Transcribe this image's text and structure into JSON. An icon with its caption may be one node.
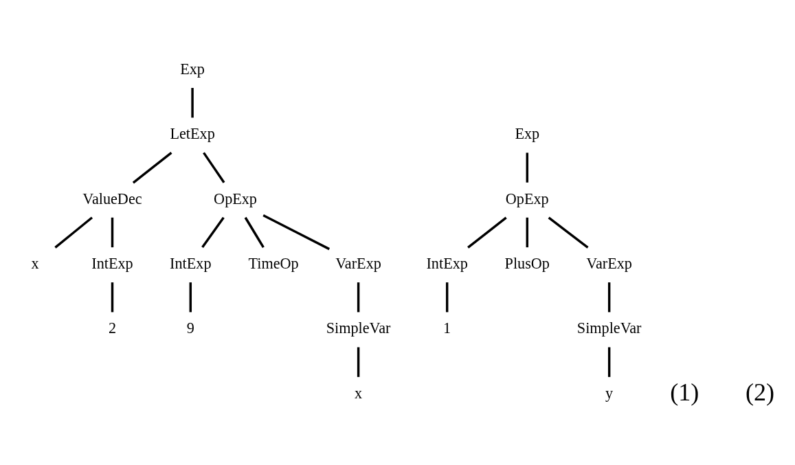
{
  "diagram": {
    "nodes": [
      {
        "text": [
          "Exp"
        ]
      },
      {
        "text": [
          "LetExp"
        ]
      },
      {
        "text": [
          "ValueDec"
        ]
      },
      {
        "text": [
          "OpExp"
        ]
      },
      {
        "text": [
          "x"
        ]
      },
      {
        "text": [
          "IntExp"
        ]
      },
      {
        "text": [
          "IntExp"
        ]
      },
      {
        "text": [
          "TimeOp"
        ]
      },
      {
        "text": [
          "VarExp"
        ]
      },
      {
        "text": [
          "2"
        ]
      },
      {
        "text": [
          "9"
        ]
      },
      {
        "text": [
          "SimpleVar"
        ]
      },
      {
        "text": [
          "x"
        ]
      },
      {
        "text": [
          "Exp"
        ]
      },
      {
        "text": [
          "OpExp"
        ]
      },
      {
        "text": [
          "IntExp"
        ]
      },
      {
        "text": [
          "PlusOp"
        ]
      },
      {
        "text": [
          "VarExp"
        ]
      },
      {
        "text": [
          "1"
        ]
      },
      {
        "text": [
          "SimpleVar"
        ]
      },
      {
        "text": [
          "y"
        ]
      }
    ],
    "edges": [
      {
        "from": 0,
        "to": 1,
        "arrow": "none"
      },
      {
        "from": 1,
        "to": 2,
        "arrow": "none"
      },
      {
        "from": 1,
        "to": 3,
        "arrow": "none"
      },
      {
        "from": 2,
        "to": 4,
        "arrow": "none"
      },
      {
        "from": 2,
        "to": 5,
        "arrow": "none"
      },
      {
        "from": 3,
        "to": 6,
        "arrow": "none"
      },
      {
        "from": 3,
        "to": 7,
        "arrow": "none"
      },
      {
        "from": 3,
        "to": 8,
        "arrow": "none"
      },
      {
        "from": 5,
        "to": 9,
        "arrow": "none"
      },
      {
        "from": 6,
        "to": 10,
        "arrow": "none"
      },
      {
        "from": 8,
        "to": 11,
        "arrow": "none"
      },
      {
        "from": 11,
        "to": 12,
        "arrow": "none"
      },
      {
        "from": 13,
        "to": 14,
        "arrow": "none"
      },
      {
        "from": 14,
        "to": 15,
        "arrow": "none"
      },
      {
        "from": 14,
        "to": 16,
        "arrow": "none"
      },
      {
        "from": 14,
        "to": 17,
        "arrow": "none"
      },
      {
        "from": 15,
        "to": 18,
        "arrow": "none"
      },
      {
        "from": 17,
        "to": 19,
        "arrow": "none"
      },
      {
        "from": 19,
        "to": 20,
        "arrow": "none"
      }
    ],
    "labels": [
      "(1)",
      "(2)"
    ]
  }
}
